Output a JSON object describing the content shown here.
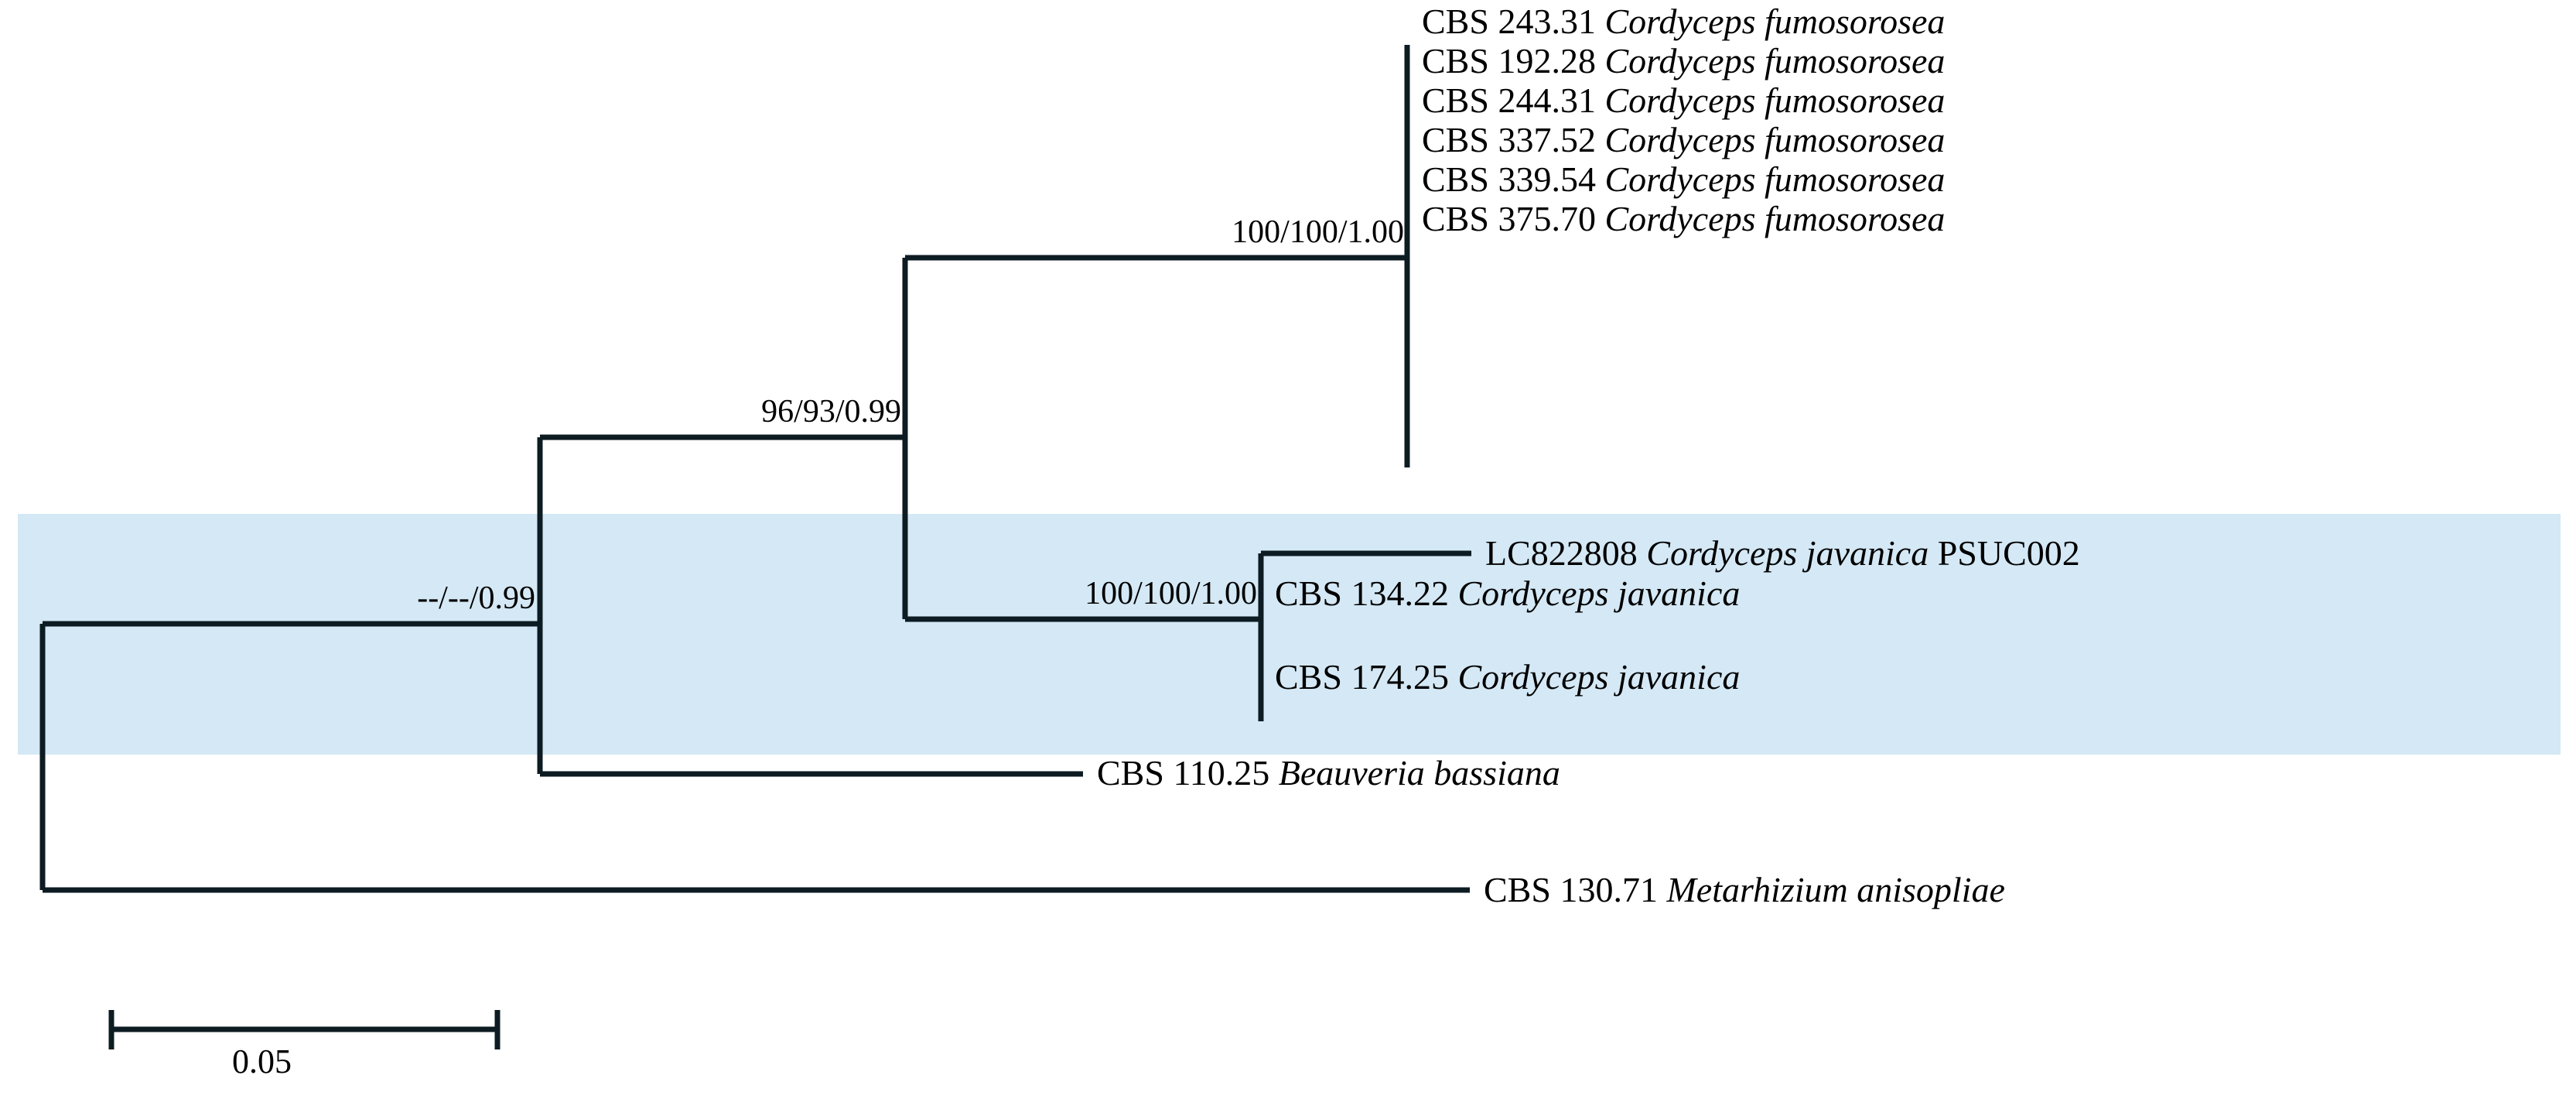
{
  "figure": {
    "kind": "phylogenetic-tree",
    "highlight_color": "#d4e8f5",
    "branch_color": "#0d1b22",
    "background": "#ffffff"
  },
  "tips": [
    {
      "id": "cbs-243-31",
      "strain": "CBS 243.31 ",
      "species": "Cordyceps fumosorosea",
      "isolate": "",
      "highlighted": false
    },
    {
      "id": "cbs-192-28",
      "strain": "CBS 192.28 ",
      "species": "Cordyceps fumosorosea",
      "isolate": "",
      "highlighted": false
    },
    {
      "id": "cbs-244-31",
      "strain": "CBS 244.31 ",
      "species": "Cordyceps fumosorosea",
      "isolate": "",
      "highlighted": false
    },
    {
      "id": "cbs-337-52",
      "strain": "CBS 337.52 ",
      "species": "Cordyceps fumosorosea",
      "isolate": "",
      "highlighted": false
    },
    {
      "id": "cbs-339-54",
      "strain": "CBS 339.54 ",
      "species": "Cordyceps fumosorosea",
      "isolate": "",
      "highlighted": false
    },
    {
      "id": "cbs-375-70",
      "strain": "CBS 375.70 ",
      "species": "Cordyceps fumosorosea",
      "isolate": "",
      "highlighted": false
    },
    {
      "id": "lc822808",
      "strain": "LC822808 ",
      "species": "Cordyceps javanica",
      "isolate": " PSUC002",
      "highlighted": true
    },
    {
      "id": "cbs-134-22",
      "strain": "CBS 134.22 ",
      "species": "Cordyceps javanica",
      "isolate": "",
      "highlighted": true
    },
    {
      "id": "cbs-174-25",
      "strain": "CBS 174.25 ",
      "species": "Cordyceps javanica",
      "isolate": "",
      "highlighted": true
    },
    {
      "id": "cbs-110-25",
      "strain": "CBS 110.25 ",
      "species": "Beauveria bassiana",
      "isolate": "",
      "highlighted": false
    },
    {
      "id": "cbs-130-71",
      "strain": "CBS 130.71 ",
      "species": "Metarhizium anisopliae",
      "isolate": "",
      "highlighted": false
    }
  ],
  "support_labels": [
    {
      "id": "fumosorosea-clade-support",
      "text": "100/100/1.00"
    },
    {
      "id": "fumosorosea-javanica-split-support",
      "text": "96/93/0.99"
    },
    {
      "id": "javanica-clade-support",
      "text": "100/100/1.00"
    },
    {
      "id": "cordyceps-beauveria-support",
      "text": "--/--/0.99"
    }
  ],
  "scale_bar": {
    "label": "0.05"
  }
}
